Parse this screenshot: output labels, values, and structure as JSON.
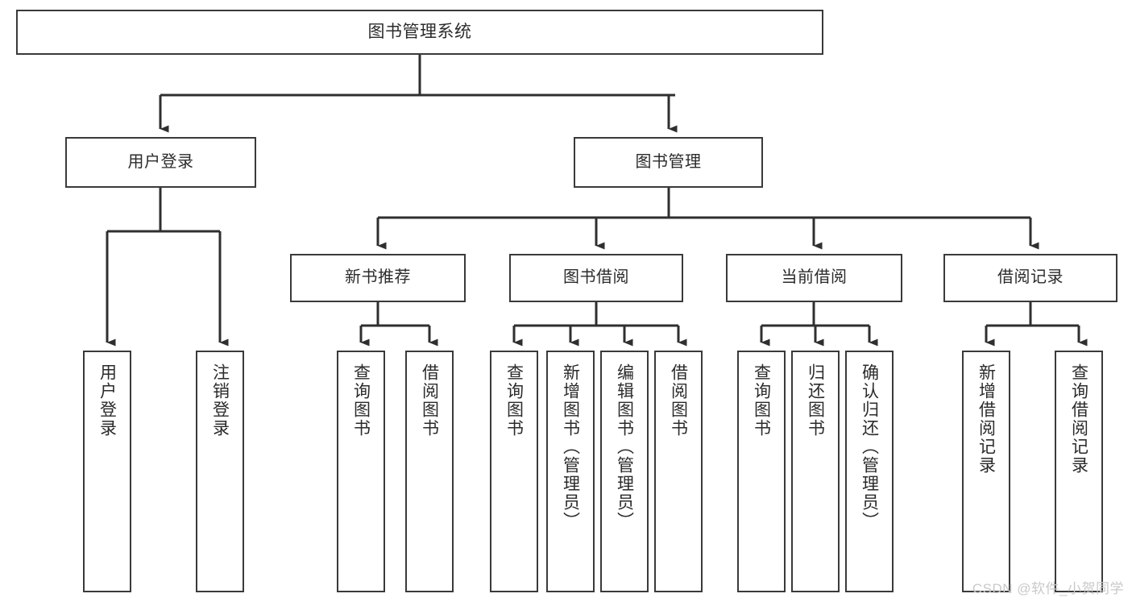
{
  "diagram": {
    "title": "图书管理系统",
    "type": "tree-hierarchy-diagram",
    "nodes": {
      "root": {
        "label": "图书管理系统"
      },
      "level2": [
        {
          "id": "user-login",
          "label": "用户登录"
        },
        {
          "id": "book-management",
          "label": "图书管理"
        }
      ],
      "level3": [
        {
          "id": "new-book-recommend",
          "label": "新书推荐"
        },
        {
          "id": "book-borrow",
          "label": "图书借阅"
        },
        {
          "id": "current-borrow",
          "label": "当前借阅"
        },
        {
          "id": "borrow-record",
          "label": "借阅记录"
        }
      ],
      "leaves": {
        "user-login": [
          {
            "id": "leaf-user-login",
            "label": "用户登录"
          },
          {
            "id": "leaf-user-logout",
            "label": "注销登录"
          }
        ],
        "new-book-recommend": [
          {
            "id": "leaf-query-book-1",
            "label": "查询图书"
          },
          {
            "id": "leaf-borrow-book-1",
            "label": "借阅图书"
          }
        ],
        "book-borrow": [
          {
            "id": "leaf-query-book-2",
            "label": "查询图书"
          },
          {
            "id": "leaf-add-book",
            "label": "新增图书（管理员）"
          },
          {
            "id": "leaf-edit-book",
            "label": "编辑图书（管理员）"
          },
          {
            "id": "leaf-borrow-book-2",
            "label": "借阅图书"
          }
        ],
        "current-borrow": [
          {
            "id": "leaf-query-book-3",
            "label": "查询图书"
          },
          {
            "id": "leaf-return-book",
            "label": "归还图书"
          },
          {
            "id": "leaf-confirm-return",
            "label": "确认归还（管理员）"
          }
        ],
        "borrow-record": [
          {
            "id": "leaf-add-record",
            "label": "新增借阅记录"
          },
          {
            "id": "leaf-query-record",
            "label": "查询借阅记录"
          }
        ]
      }
    },
    "colors": {
      "border": "#3a3a3a",
      "connector": "#2f2f2f",
      "text": "#2b2b2b",
      "background": "#ffffff",
      "watermark": "#c9c9c9"
    }
  },
  "watermark": {
    "text": "CSDN @软件_小贺同学"
  }
}
